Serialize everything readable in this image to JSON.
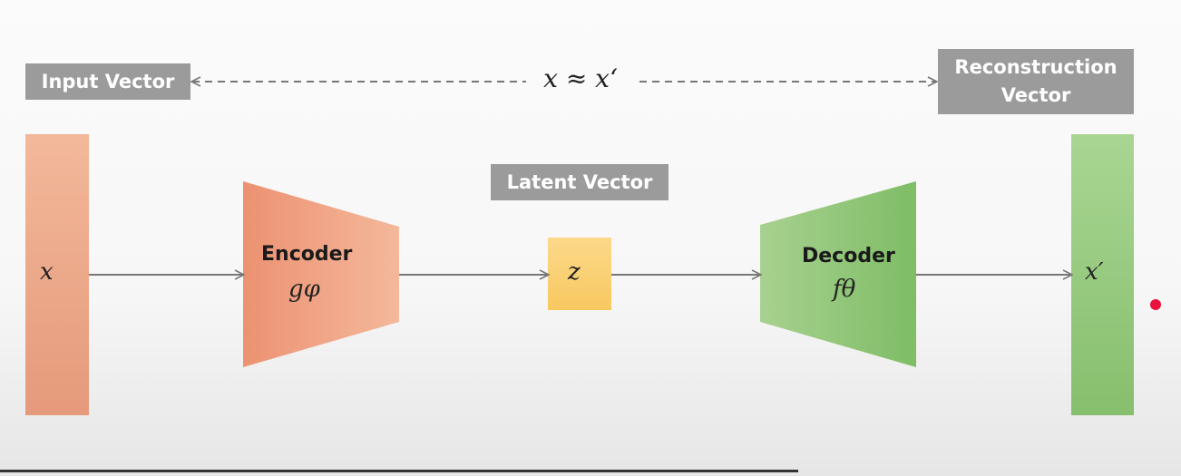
{
  "labels": {
    "input_vector": "Input Vector",
    "reconstruction_vector_line1": "Reconstruction",
    "reconstruction_vector_line2": "Vector",
    "latent_vector": "Latent Vector"
  },
  "relation": "x ≈ x‘",
  "input_symbol": "x",
  "latent_symbol": "z",
  "output_symbol": "x′",
  "encoder": {
    "title": "Encoder",
    "function": "gφ"
  },
  "decoder": {
    "title": "Decoder",
    "function": "fθ"
  },
  "colors": {
    "input_bar": "#eba689",
    "encoder": "#efa07f",
    "latent": "#fbd27a",
    "decoder": "#93c87c",
    "output_bar": "#9ccd86",
    "label_box": "#9b9b9b",
    "arrow": "#777777",
    "marker_dot": "#e8123c"
  }
}
